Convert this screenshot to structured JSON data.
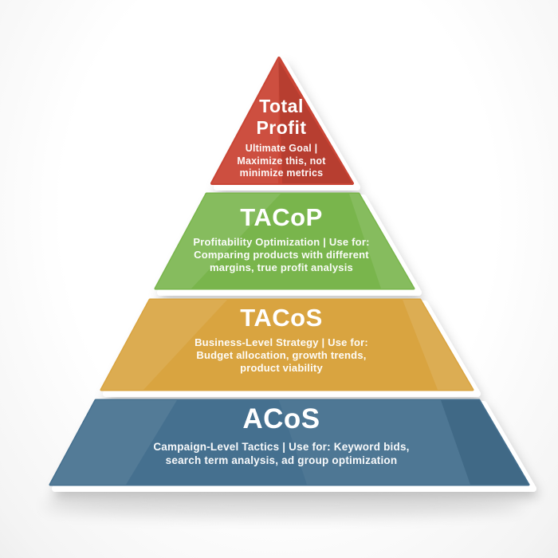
{
  "diagram": {
    "type": "pyramid",
    "card_color": "#ffffff",
    "tiers": [
      {
        "id": "total-profit",
        "title": "Total Profit",
        "subtitle_lines": [
          "Ultimate Goal |",
          "Maximize this, not",
          "minimize metrics"
        ],
        "color": "#ca4535"
      },
      {
        "id": "tacop",
        "title": "TACoP",
        "subtitle_lines": [
          "Profitability Optimization | Use for:",
          "Comparing products with different",
          "margins, true profit analysis"
        ],
        "color": "#79b54c"
      },
      {
        "id": "tacos",
        "title": "TACoS",
        "subtitle_lines": [
          "Business-Level Strategy | Use for:",
          "Budget allocation, growth trends,",
          "product viability"
        ],
        "color": "#d9a440"
      },
      {
        "id": "acos",
        "title": "ACoS",
        "subtitle_lines": [
          "Campaign-Level Tactics | Use for: Keyword bids,",
          "search term analysis, ad group optimization"
        ],
        "color": "#45708f"
      }
    ]
  }
}
